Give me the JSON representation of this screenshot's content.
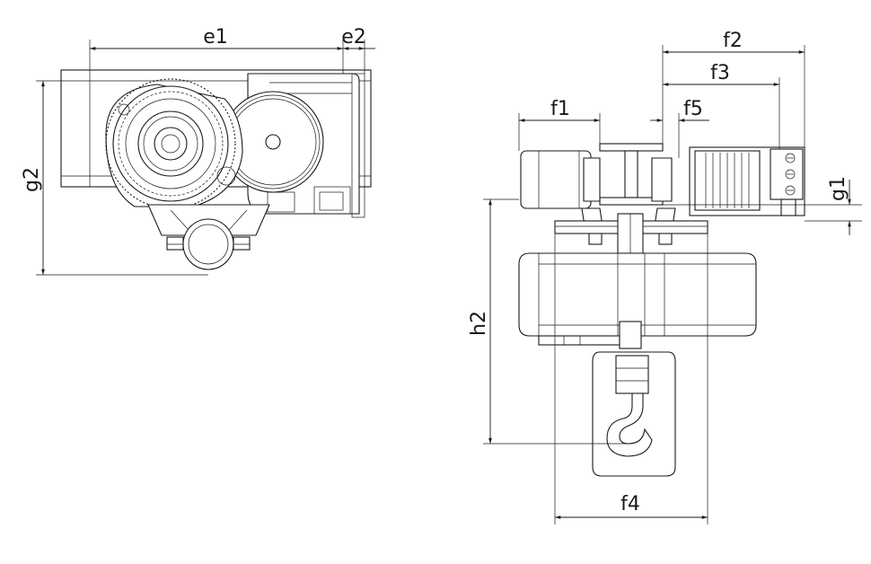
{
  "figure": {
    "views": [
      "side-view",
      "front-view"
    ],
    "dimensions": {
      "e1": "e1",
      "e2": "e2",
      "g2": "g2",
      "f1": "f1",
      "f2": "f2",
      "f3": "f3",
      "f5": "f5",
      "g1": "g1",
      "h2": "h2",
      "f4": "f4"
    }
  }
}
